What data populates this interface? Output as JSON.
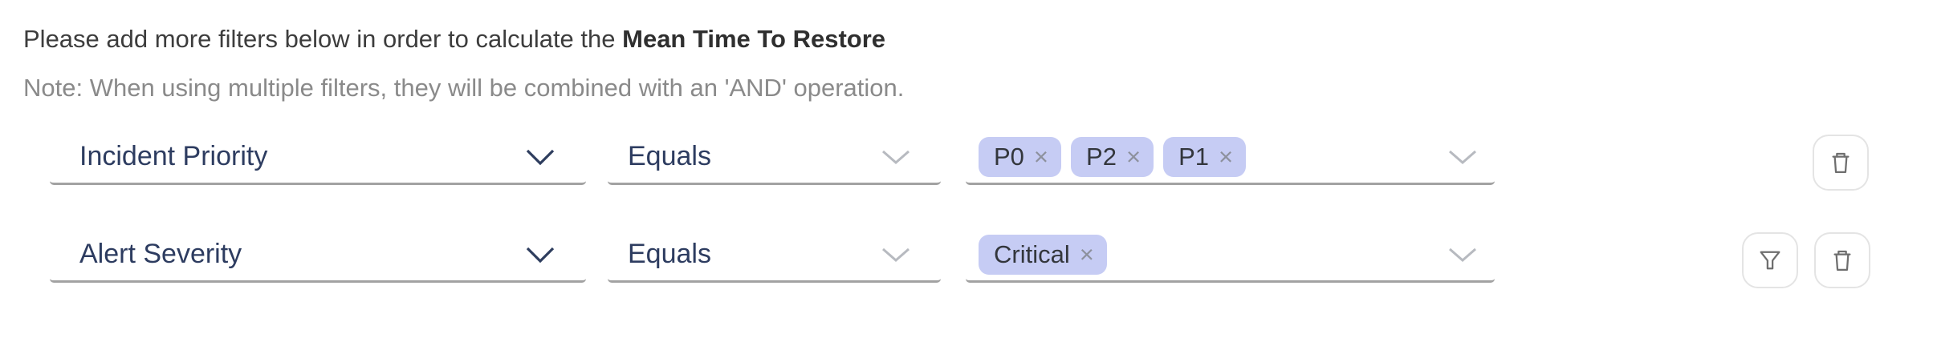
{
  "header": {
    "instruction_prefix": "Please add more filters below in order to calculate the ",
    "metric_name": "Mean Time To Restore",
    "note": "Note: When using multiple filters, they will be combined with an 'AND' operation."
  },
  "rows": [
    {
      "attribute": "Incident Priority",
      "operator": "Equals",
      "values": [
        {
          "label": "P0"
        },
        {
          "label": "P2"
        },
        {
          "label": "P1"
        }
      ],
      "actions": [
        "delete"
      ]
    },
    {
      "attribute": "Alert Severity",
      "operator": "Equals",
      "values": [
        {
          "label": "Critical"
        }
      ],
      "actions": [
        "filter",
        "delete"
      ]
    }
  ],
  "icons": {
    "tag_remove_glyph": "×",
    "attribute_dropdown": "chevron-down-icon",
    "operator_dropdown": "chevron-down-icon",
    "values_dropdown": "chevron-down-icon",
    "row_delete": "trash-icon",
    "row_filter": "funnel-icon"
  },
  "colors": {
    "chip_background": "#c6ccf4",
    "chip_text": "#33363c",
    "field_label_text": "#2d3c60",
    "field_underline": "#a2a2a2",
    "title_text": "#3d3d3d",
    "note_text": "#8a8a8a",
    "icon_button_border": "#e4e4e4",
    "icon_color": "#6e6e6e",
    "dark_chevron": "#2e3d5e",
    "light_chevron": "#b7bac0"
  }
}
